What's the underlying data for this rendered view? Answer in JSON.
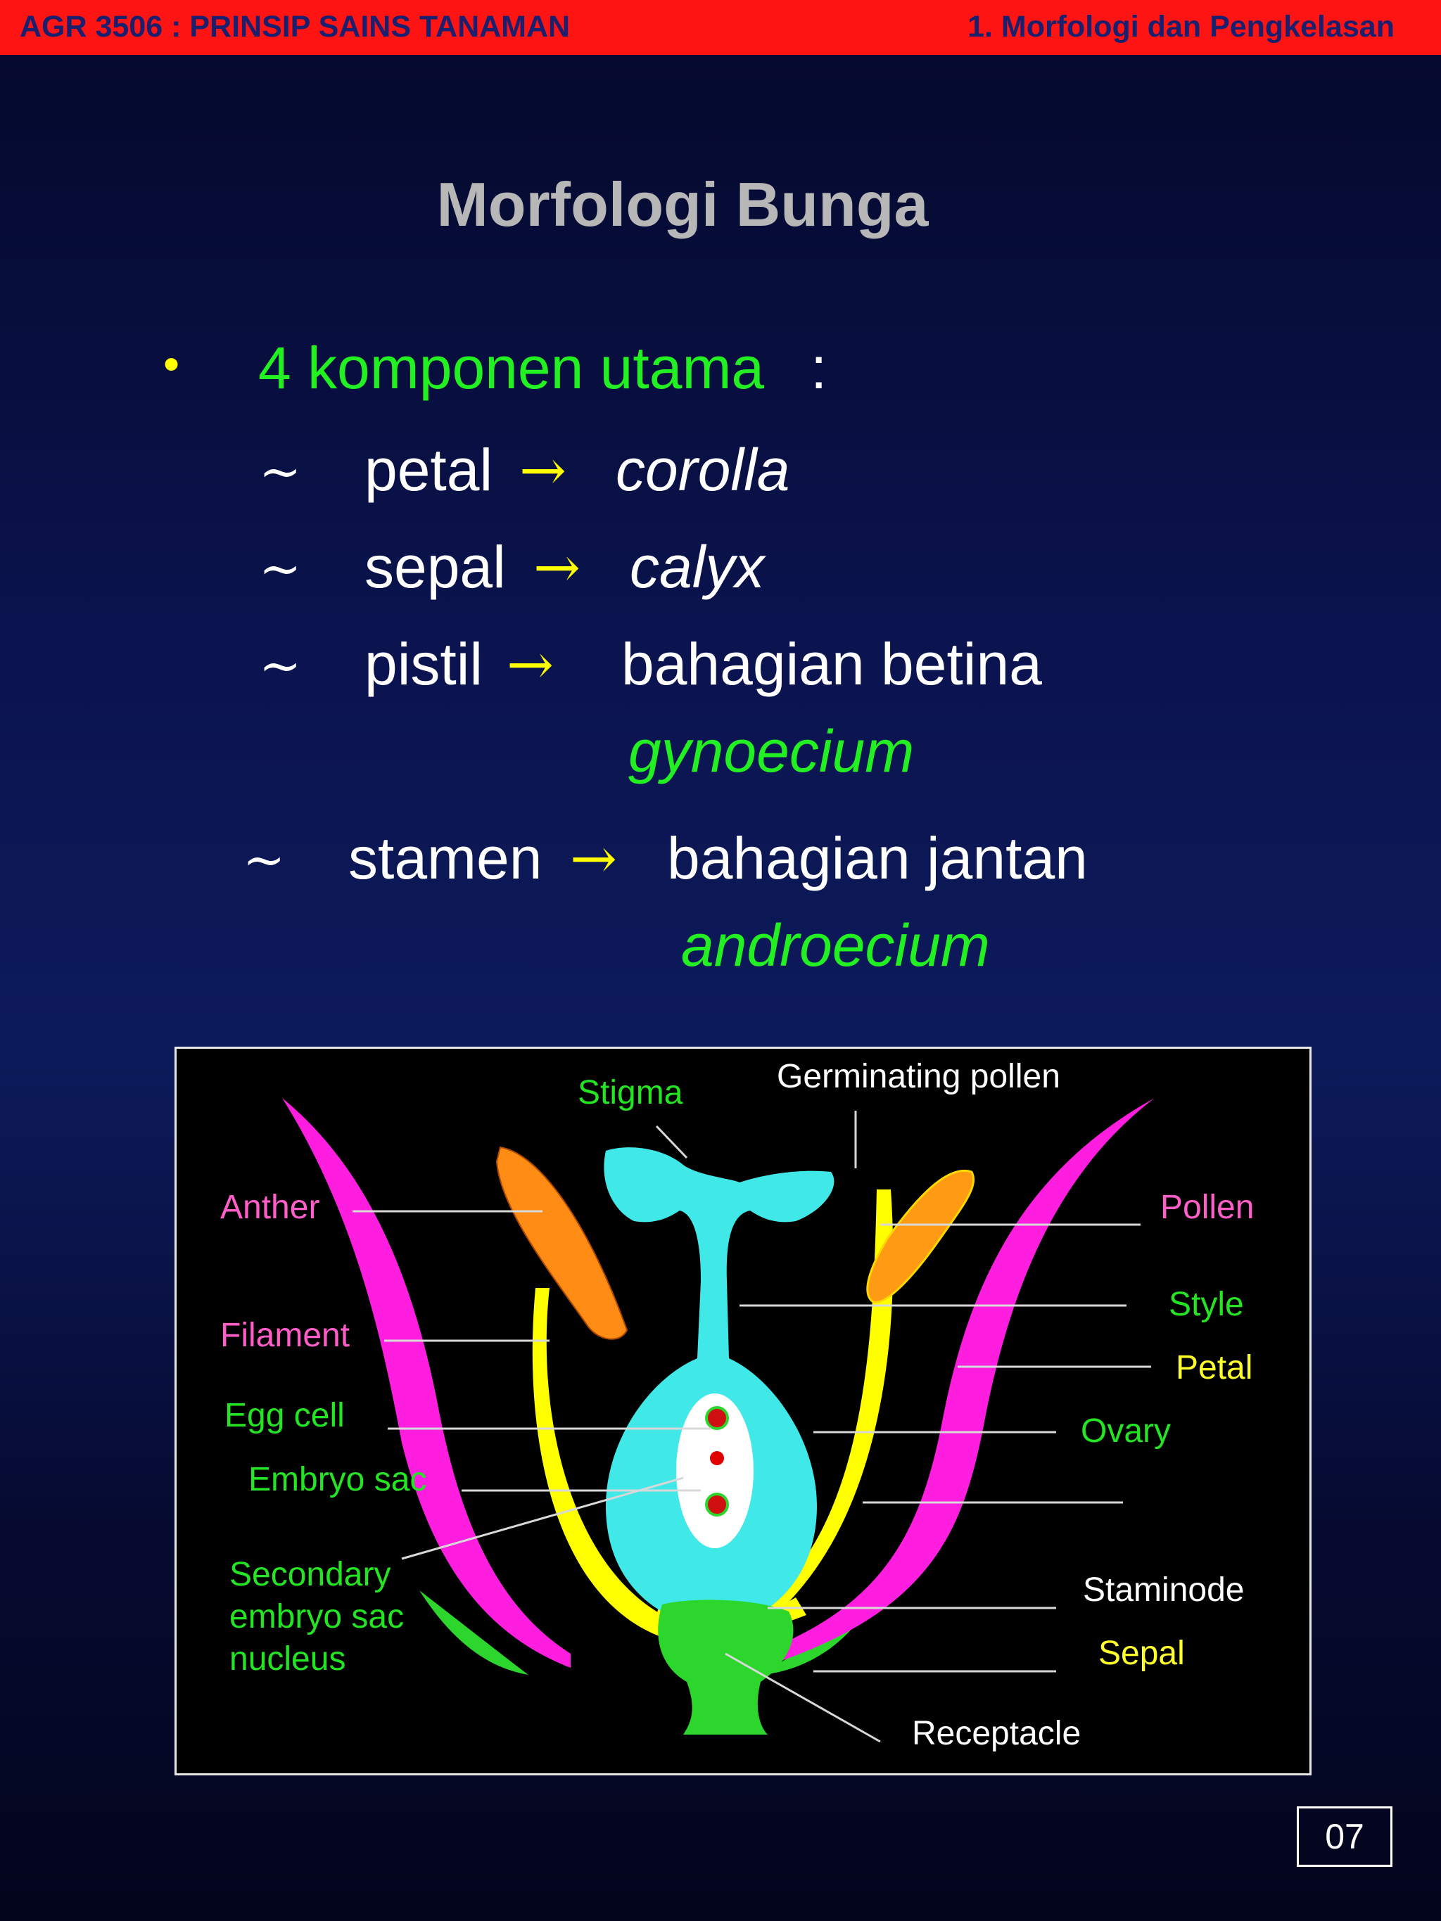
{
  "header": {
    "course": "AGR 3506  :  PRINSIP SAINS TANAMAN",
    "chapter": "1.   Morfologi dan Pengkelasan"
  },
  "slide": {
    "title": "Morfologi  Bunga",
    "bullet_symbol": "•",
    "intro": "4 komponen utama",
    "intro_colon": ":",
    "tilde": "~",
    "arrow": "→",
    "items": [
      {
        "term": "petal",
        "meaning": "corolla"
      },
      {
        "term": "sepal",
        "meaning": "calyx"
      },
      {
        "term": "pistil",
        "meaning": "bahagian betina",
        "latin": "gynoecium"
      },
      {
        "term": "stamen",
        "meaning": "bahagian jantan",
        "latin": "androecium"
      }
    ]
  },
  "diagram": {
    "labels": {
      "stigma": "Stigma",
      "germinating_pollen": "Germinating pollen",
      "anther": "Anther",
      "pollen": "Pollen",
      "filament": "Filament",
      "style": "Style",
      "petal": "Petal",
      "egg_cell": "Egg cell",
      "ovary": "Ovary",
      "embryo_sac": "Embryo sac",
      "secondary_line1": "Secondary",
      "secondary_line2": "embryo sac",
      "secondary_line3": "nucleus",
      "staminode": "Staminode",
      "sepal": "Sepal",
      "receptacle": "Receptacle"
    },
    "colors": {
      "petal": "#ff1ee0",
      "pistil": "#40e8e8",
      "filament": "#ffff00",
      "anther": "#ff8c14",
      "receptacle": "#2cd62c",
      "embryo_sac": "#ffffff"
    }
  },
  "page_number": "07"
}
